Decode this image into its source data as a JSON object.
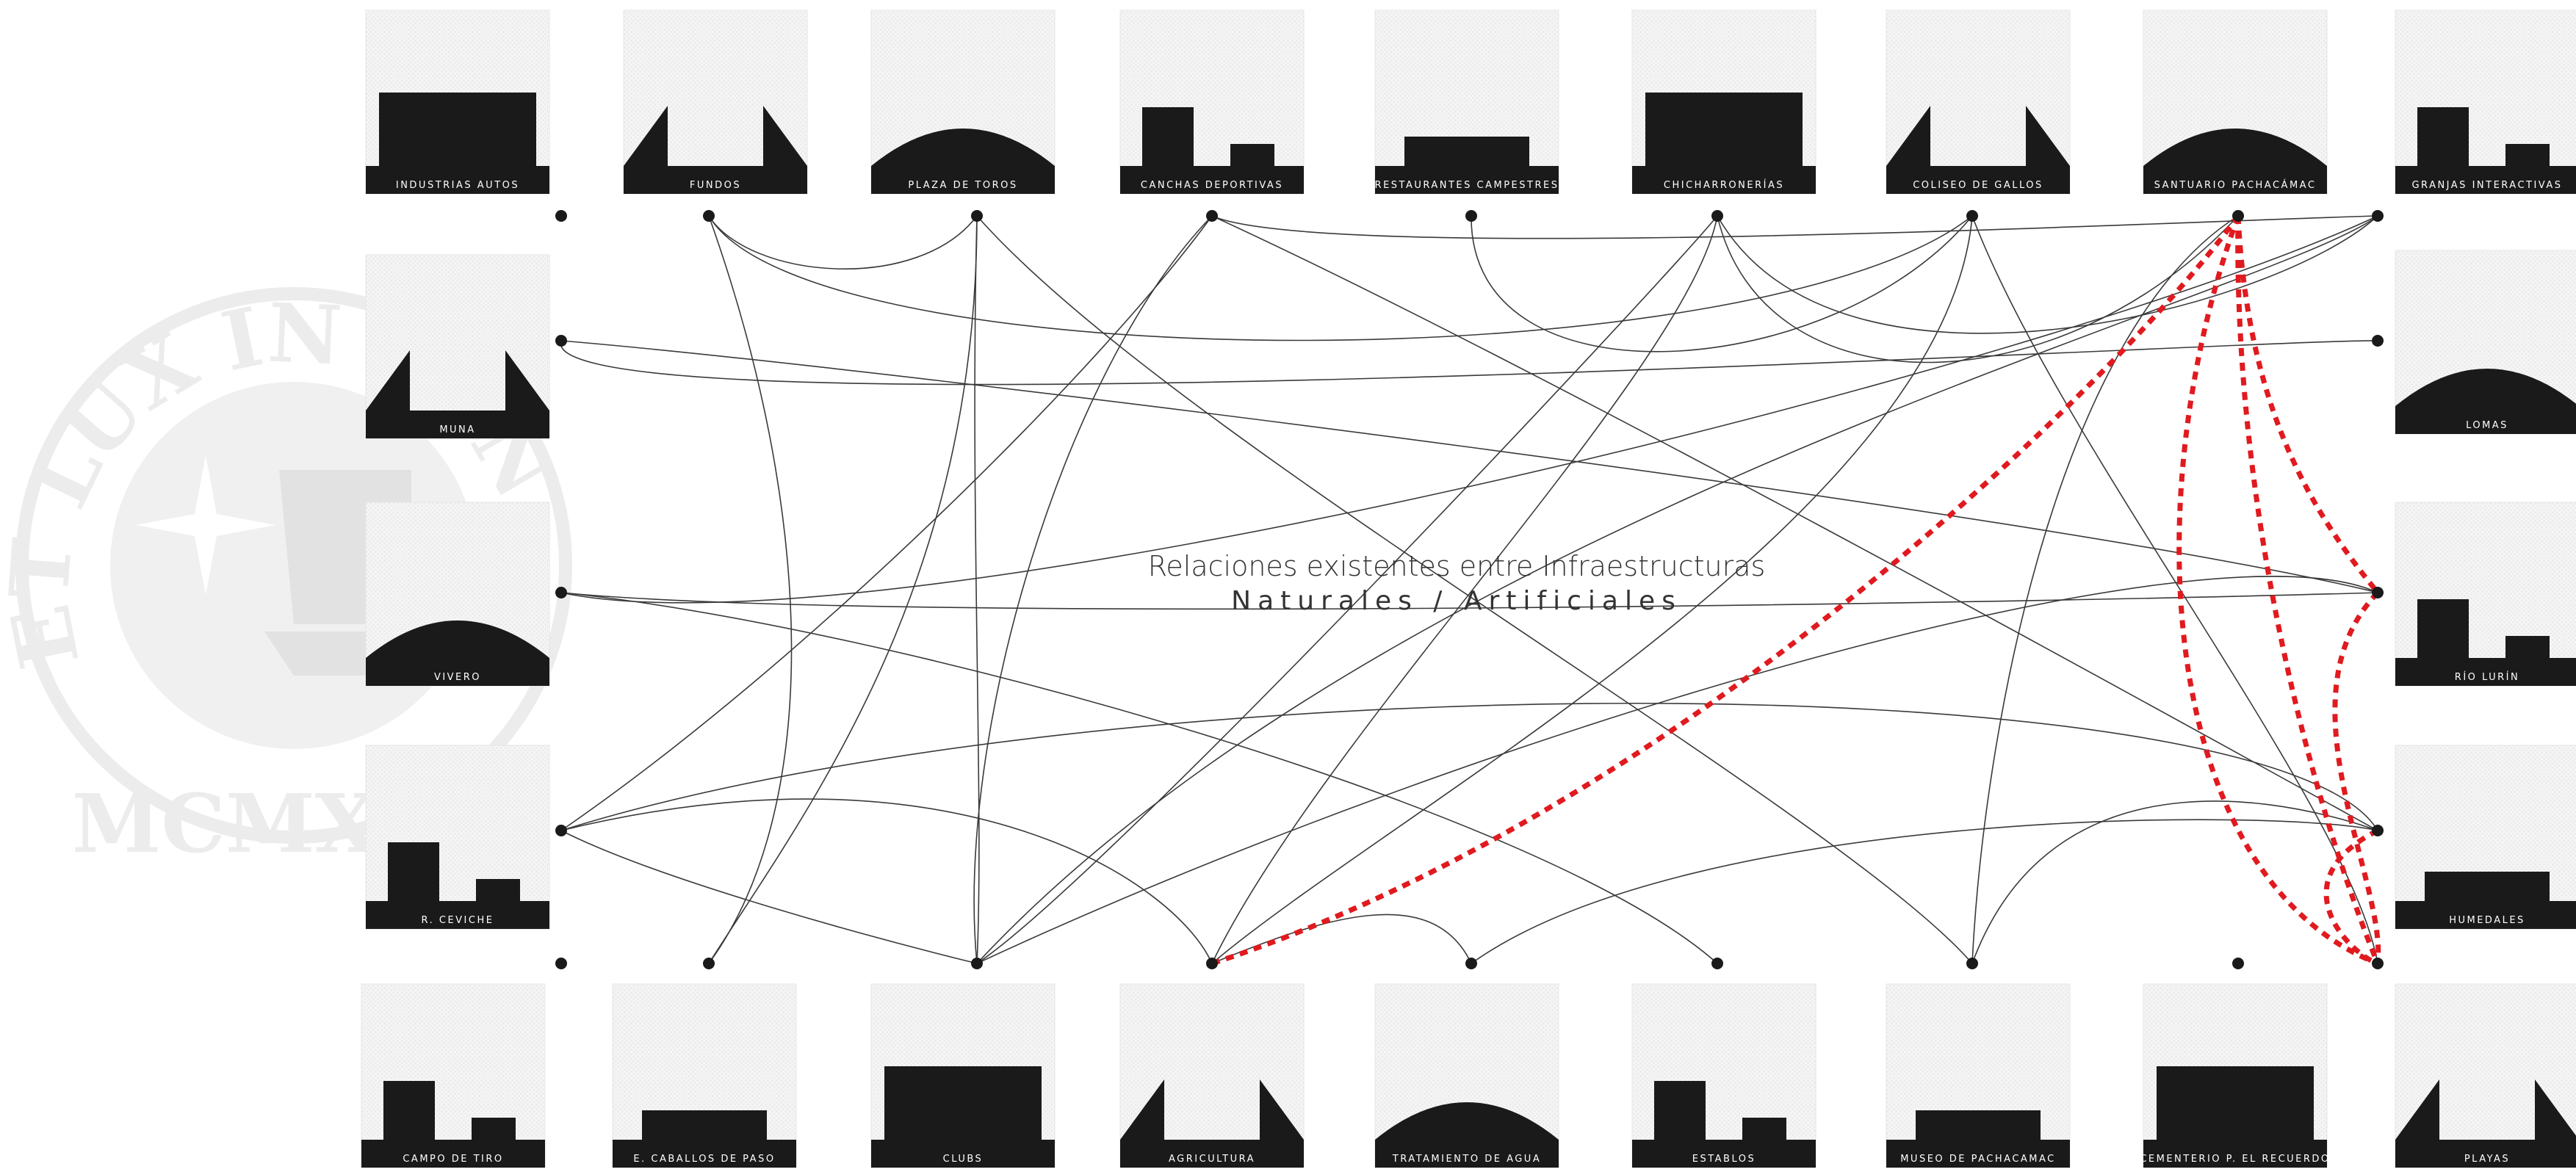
{
  "title": "Relaciones existentes entre Infraestructuras",
  "subtitle": "Naturales / Artificiales",
  "seal": {
    "motto": "ET LUX IN TENEBRIS LUCET",
    "year": "MCMXVII"
  },
  "colors": {
    "ink": "#1a1a1a",
    "line": "#3a3a3a",
    "highlight": "#e01a1f",
    "tile_bg": "#f2f2f2",
    "seal": "#ececec"
  },
  "tiles": {
    "top": [
      {
        "label": "INDUSTRIAS AUTOS"
      },
      {
        "label": "FUNDOS"
      },
      {
        "label": "PLAZA DE TOROS"
      },
      {
        "label": "CANCHAS DEPORTIVAS"
      },
      {
        "label": "RESTAURANTES CAMPESTRES"
      },
      {
        "label": "CHICHARRONERÍAS"
      },
      {
        "label": "COLISEO DE GALLOS"
      },
      {
        "label": "SANTUARIO PACHACÁMAC"
      },
      {
        "label": "GRANJAS INTERACTIVAS"
      }
    ],
    "left": [
      {
        "label": "MUNA"
      },
      {
        "label": "VIVERO"
      },
      {
        "label": "R. CEVICHE"
      }
    ],
    "right": [
      {
        "label": "LOMAS"
      },
      {
        "label": "RÍO LURÍN"
      },
      {
        "label": "HUMEDALES"
      }
    ],
    "bottom": [
      {
        "label": "CAMPO DE TIRO"
      },
      {
        "label": "E. CABALLOS DE PASO"
      },
      {
        "label": "CLUBS"
      },
      {
        "label": "AGRICULTURA"
      },
      {
        "label": "TRATAMIENTO DE AGUA"
      },
      {
        "label": "ESTABLOS"
      },
      {
        "label": "MUSEO DE PACHACAMAC"
      },
      {
        "label": "CEMENTERIO P. EL RECUERDO"
      },
      {
        "label": "PLAYAS"
      }
    ]
  }
}
